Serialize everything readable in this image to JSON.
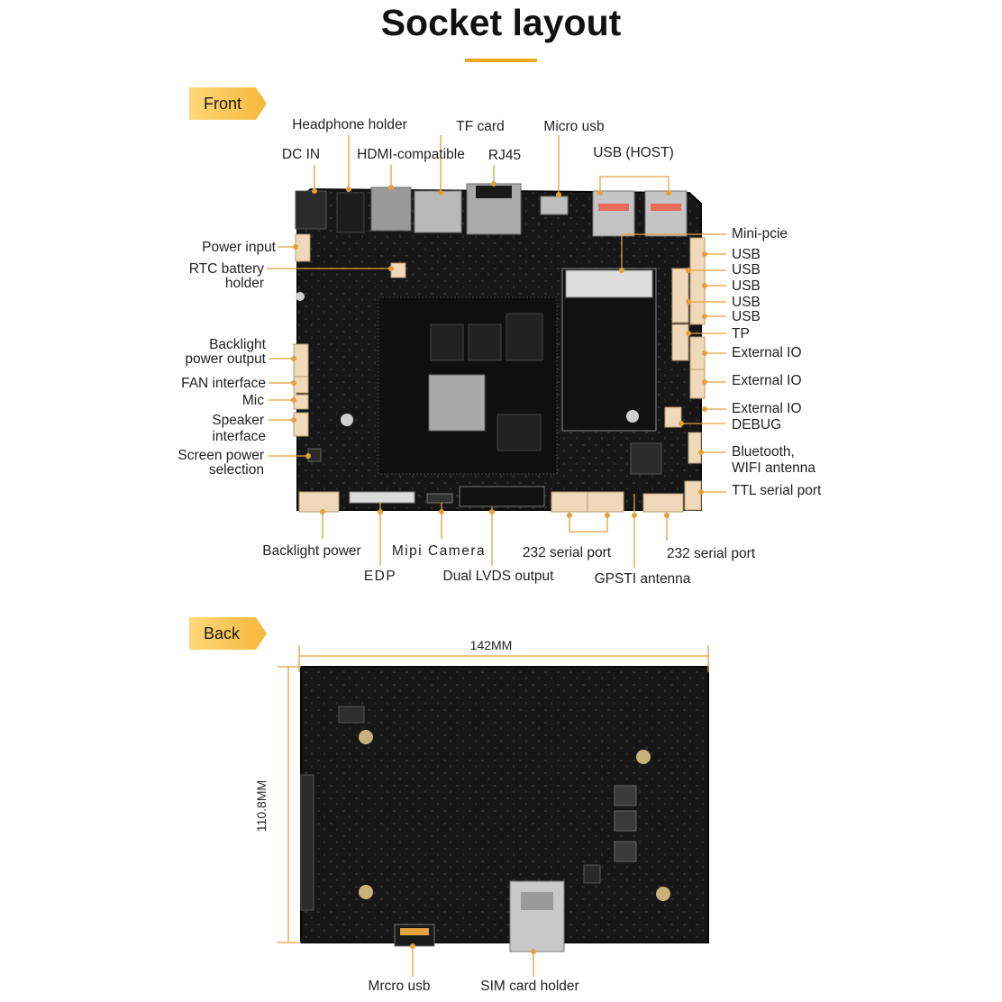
{
  "title": "Socket layout",
  "sections": {
    "front": "Front",
    "back": "Back"
  },
  "front_labels": {
    "headphone_holder": "Headphone holder",
    "tf_card": "TF card",
    "micro_usb": "Micro usb",
    "dc_in": "DC IN",
    "hdmi": "HDMI-compatible",
    "rj45": "RJ45",
    "usb_host": "USB (HOST)",
    "power_input": "Power input",
    "rtc_battery_1": "RTC battery",
    "rtc_battery_2": "holder",
    "backlight_output_1": "Backlight",
    "backlight_output_2": "power output",
    "fan_interface": "FAN interface",
    "mic": "Mic",
    "speaker_1": "Speaker",
    "speaker_2": "interface",
    "screen_power_1": "Screen power",
    "screen_power_2": "selection",
    "mini_pcie": "Mini-pcie",
    "usb_1": "USB",
    "usb_2": "USB",
    "usb_3": "USB",
    "usb_4": "USB",
    "usb_5": "USB",
    "tp": "TP",
    "external_io_1": "External IO",
    "external_io_2": "External IO",
    "external_io_3": "External IO",
    "debug": "DEBUG",
    "bluetooth_1": "Bluetooth,",
    "bluetooth_2": "WIFI antenna",
    "ttl_serial": "TTL serial port",
    "backlight_power": "Backlight power",
    "mipi_camera": "Mipi Camera",
    "serial_232_a": "232 serial port",
    "serial_232_b": "232 serial port",
    "edp": "EDP",
    "dual_lvds": "Dual LVDS output",
    "gpsti_antenna": "GPSTI antenna"
  },
  "back_labels": {
    "width": "142MM",
    "height": "110.8MM",
    "micro_usb": "Mrcro usb",
    "sim_card": "SIM card holder"
  },
  "colors": {
    "accent": "#f2a81d",
    "board": "#151515",
    "header_connector": "#efd9b8"
  }
}
